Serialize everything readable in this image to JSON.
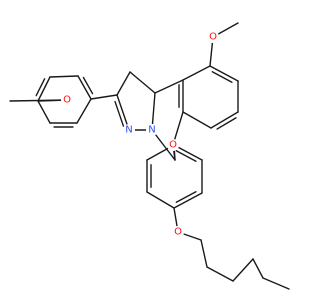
{
  "molecule": {
    "atoms": {
      "o_methoxy_right": {
        "symbol": "O",
        "color": "#ff0d0d"
      },
      "o_methoxy_left": {
        "symbol": "O",
        "color": "#ff0d0d"
      },
      "o_ring": {
        "symbol": "O",
        "color": "#ff0d0d"
      },
      "n1": {
        "symbol": "N",
        "color": "#3050f8"
      },
      "n2": {
        "symbol": "N",
        "color": "#3050f8"
      },
      "o_hexyloxy": {
        "symbol": "O",
        "color": "#ff0d0d"
      }
    },
    "bond_color": "#1a1a1a"
  }
}
